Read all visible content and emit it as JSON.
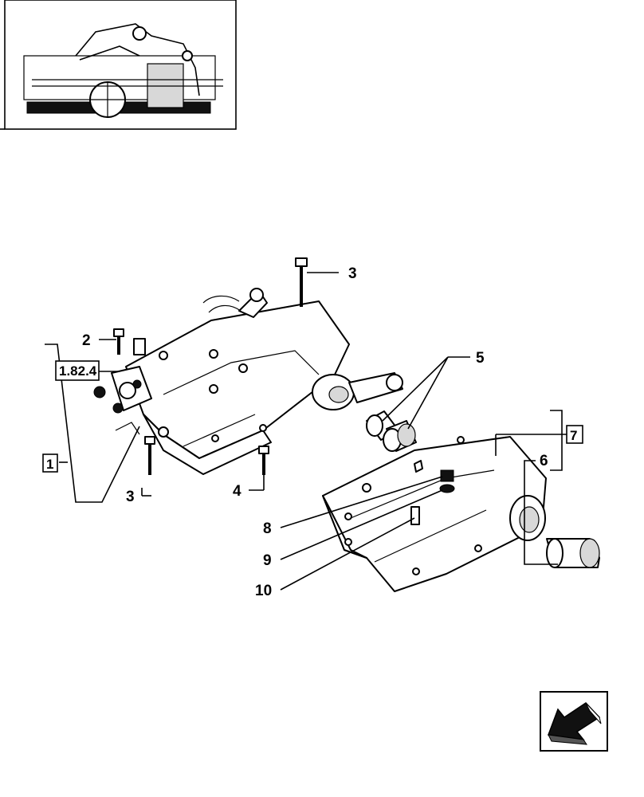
{
  "labels": {
    "ref_1_82_4": "1.82.4",
    "kit_1": "1",
    "kit_7": "7",
    "part_2": "2",
    "part_3_top": "3",
    "part_3_bottom": "3",
    "part_4": "4",
    "part_5": "5",
    "part_6": "6",
    "part_8": "8",
    "part_9": "9",
    "part_10": "10"
  },
  "icons": {
    "nav_arrow": "arrow-down-left-icon"
  },
  "colors": {
    "ink": "#000000",
    "paper": "#ffffff"
  }
}
